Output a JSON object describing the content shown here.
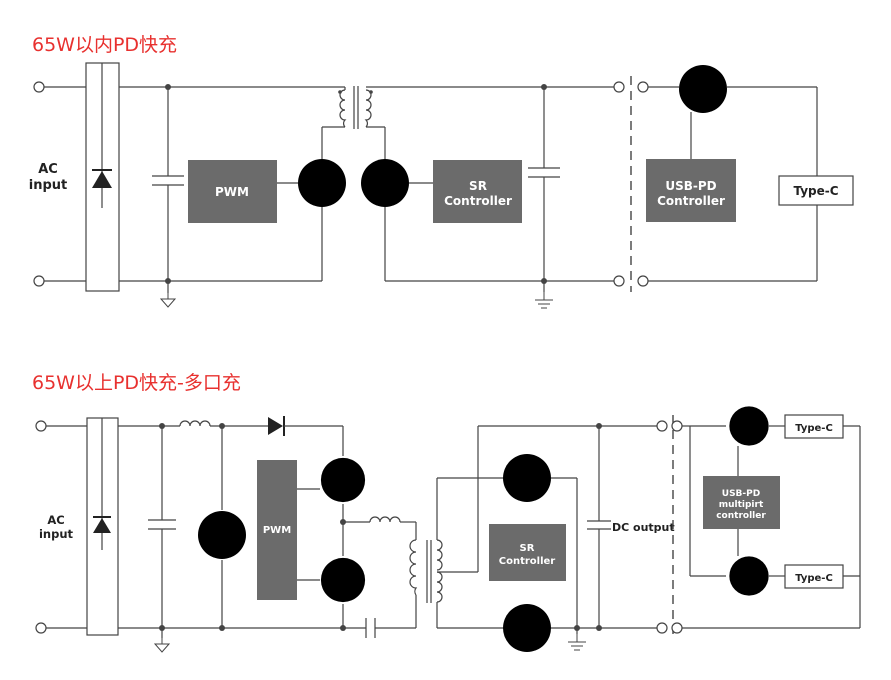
{
  "diagrams": [
    {
      "title": "65W以内PD快充",
      "labels": {
        "ac_input_line1": "AC",
        "ac_input_line2": "input",
        "pwm": "PWM",
        "sr_line1": "SR",
        "sr_line2": "Controller",
        "usbpd_line1": "USB-PD",
        "usbpd_line2": "Controller",
        "type_c": "Type-C"
      }
    },
    {
      "title": "65W以上PD快充-多口充",
      "labels": {
        "ac_input_line1": "AC",
        "ac_input_line2": "input",
        "pwm": "PWM",
        "sr_line1": "SR",
        "sr_line2": "Controller",
        "dc_output": "DC output",
        "usbpd_line1": "USB-PD",
        "usbpd_line2": "multipirt",
        "usbpd_line3": "controller",
        "type_c_top": "Type-C",
        "type_c_bottom": "Type-C"
      }
    }
  ],
  "colors": {
    "accent_red": "#e8312f",
    "block_gray": "#6b6b6b",
    "wire": "#444444"
  }
}
